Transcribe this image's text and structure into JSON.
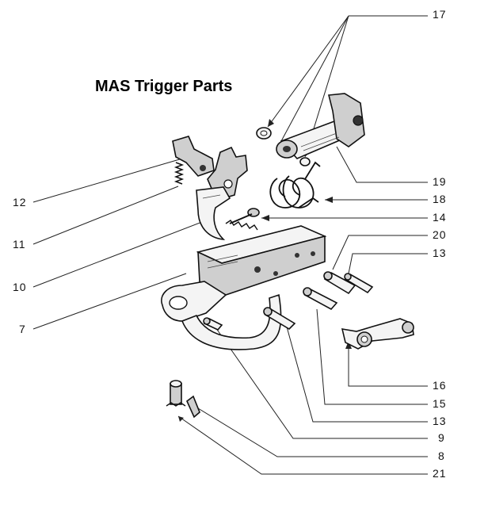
{
  "title": "MAS Trigger Parts",
  "callouts": {
    "c17": "17",
    "c19": "19",
    "c18": "18",
    "c14": "14",
    "c20": "20",
    "c13a": "13",
    "c12": "12",
    "c11": "11",
    "c10": "10",
    "c7": "7",
    "c16": "16",
    "c15": "15",
    "c13b": "13",
    "c9": "9",
    "c8": "8",
    "c21": "21"
  }
}
